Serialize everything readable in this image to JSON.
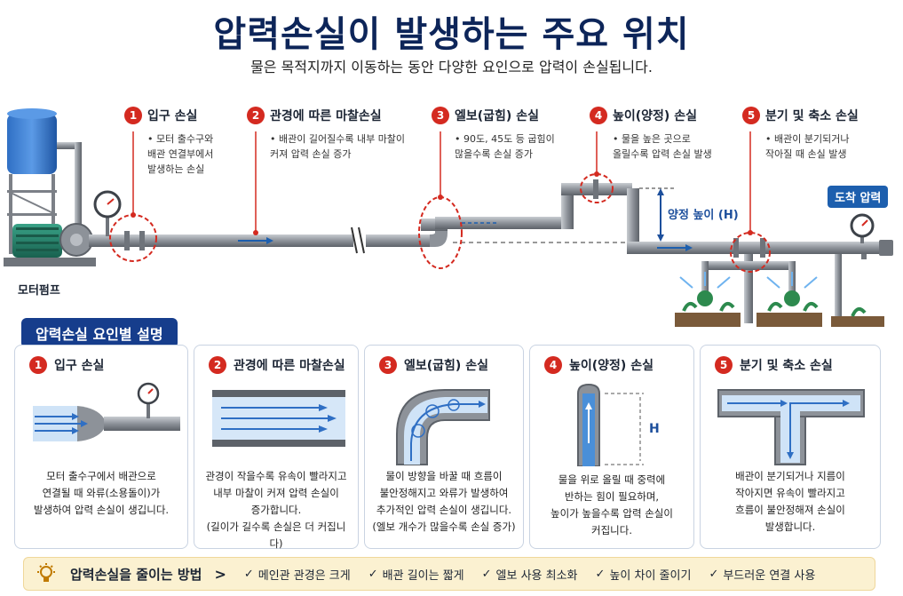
{
  "title": "압력손실이 발생하는 주요 위치",
  "subtitle": "물은 목적지까지 이동하는 동안 다양한 요인으로 압력이 손실됩니다.",
  "diagram": {
    "motor_pump_label": "모터펌프",
    "arrival_pressure_label": "도착 압력",
    "head_height_label": "양정 높이 (H)",
    "callouts": [
      {
        "num": "1",
        "title": "입구 손실",
        "desc": "모터 출수구와\n배관 연결부에서\n발생하는 손실"
      },
      {
        "num": "2",
        "title": "관경에 따른 마찰손실",
        "desc": "배관이 길어질수록 내부 마찰이\n커져 압력 손실 증가"
      },
      {
        "num": "3",
        "title": "엘보(굽힘) 손실",
        "desc": "90도, 45도 등 굽힘이\n많을수록 손실 증가"
      },
      {
        "num": "4",
        "title": "높이(양정) 손실",
        "desc": "물을 높은 곳으로\n올릴수록 압력 손실 발생"
      },
      {
        "num": "5",
        "title": "분기 및 축소 손실",
        "desc": "배관이 분기되거나\n작아질 때 손실 발생"
      }
    ]
  },
  "section_title": "압력손실 요인별 설명",
  "cards": [
    {
      "num": "1",
      "title": "입구 손실",
      "desc": "모터 출수구에서 배관으로\n연결될 때 와류(소용돌이)가\n발생하여 압력 손실이 생깁니다."
    },
    {
      "num": "2",
      "title": "관경에 따른 마찰손실",
      "desc": "관경이 작을수록 유속이 빨라지고\n내부 마찰이 커져 압력 손실이\n증가합니다.\n(길이가 길수록 손실은 더 커집니다)"
    },
    {
      "num": "3",
      "title": "엘보(굽힘) 손실",
      "desc": "물이 방향을 바꿀 때 흐름이\n불안정해지고 와류가 발생하여\n추가적인 압력 손실이 생깁니다.\n(엘보 개수가 많을수록 손실 증가)"
    },
    {
      "num": "4",
      "title": "높이(양정) 손실",
      "desc": "물을 위로 올릴 때 중력에\n반하는 힘이 필요하며,\n높이가 높을수록 압력 손실이\n커집니다.",
      "h_label": "H"
    },
    {
      "num": "5",
      "title": "분기 및 축소 손실",
      "desc": "배관이 분기되거나 지름이\n작아지면 유속이 빨라지고\n흐름이 불안정해져 손실이\n발생합니다."
    }
  ],
  "tips": {
    "title": "압력손실을 줄이는 방법",
    "chevron": ">",
    "check": "✓",
    "items": [
      "메인관 관경은 크게",
      "배관 길이는 짧게",
      "엘보 사용 최소화",
      "높이 차이 줄이기",
      "부드러운 연결 사용"
    ]
  },
  "colors": {
    "title": "#0d2559",
    "number_badge": "#d42a20",
    "section_header": "#163d8c",
    "arrival_badge": "#1d5fae",
    "pipe": "#8d9299",
    "water": "#4a8fd8",
    "tips_background": "#fbf1d1"
  }
}
